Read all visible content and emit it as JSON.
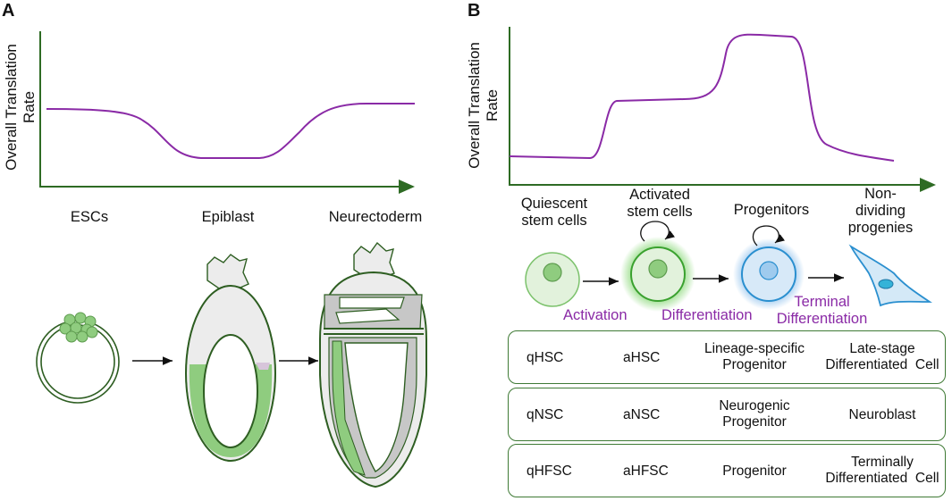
{
  "panel_a": {
    "letter": "A",
    "ylabel_line1": "Overall Translation",
    "ylabel_line2": "Rate",
    "stages": [
      "ESCs",
      "Epiblast",
      "Neurectoderm"
    ]
  },
  "panel_b": {
    "letter": "B",
    "ylabel_line1": "Overall Translation",
    "ylabel_line2": "Rate",
    "stages": [
      {
        "line1": "Quiescent",
        "line2": "stem cells",
        "line3": ""
      },
      {
        "line1": "Activated",
        "line2": "stem cells",
        "line3": ""
      },
      {
        "line1": "Progenitors",
        "line2": "",
        "line3": ""
      },
      {
        "line1": "Non-",
        "line2": "dividing",
        "line3": "progenies"
      }
    ],
    "transitions": {
      "activation": "Activation",
      "differentiation": "Differentiation",
      "terminal_line1": "Terminal",
      "terminal_line2": "Differentiation"
    },
    "table": [
      {
        "c1": "qHSC",
        "c2": "aHSC",
        "c3a": "Lineage-specific",
        "c3b": "Progenitor",
        "c4a": "Late-stage",
        "c4b": "Differentiated",
        "c4c": "Cell"
      },
      {
        "c1": "qNSC",
        "c2": "aNSC",
        "c3a": "Neurogenic",
        "c3b": "Progenitor",
        "c4a": "Neuroblast",
        "c4b": "",
        "c4c": ""
      },
      {
        "c1": "qHFSC",
        "c2": "aHFSC",
        "c3a": "Progenitor",
        "c3b": "",
        "c4a": "Terminally",
        "c4b": "Differentiated",
        "c4c": "Cell"
      }
    ]
  },
  "colors": {
    "axis": "#2e6b24",
    "curve": "#8a2aa6",
    "outline": "#2e5e22",
    "green_fill": "#8fcc7f",
    "light_fill": "#e8e8e8",
    "gray_fill": "#c7c7c7",
    "blue": "#2a8fcf"
  }
}
